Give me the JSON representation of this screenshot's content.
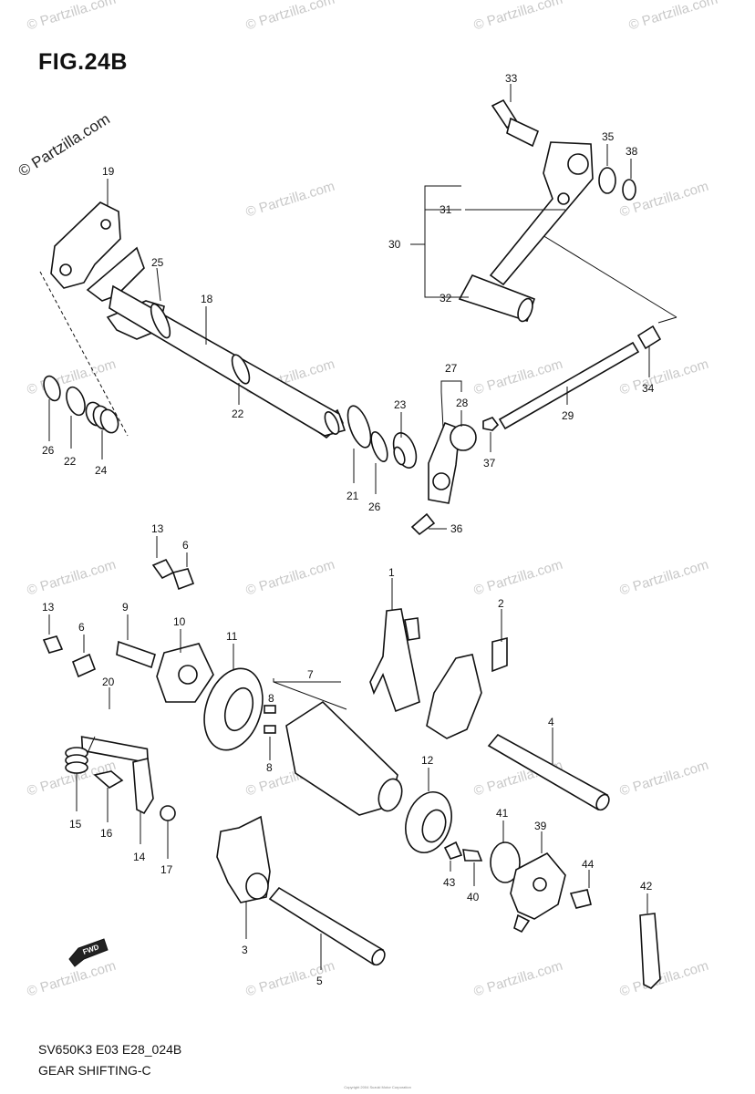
{
  "figure": {
    "title": "FIG.24B",
    "model_code": "SV650K3 E03 E28_024B",
    "section_name": "GEAR SHIFTING-C",
    "copyright_note": "Copyright 2004 Suzuki Motor Corporation"
  },
  "watermark": {
    "brand": "© Partzilla.com",
    "repeat": "© Partzilla.com"
  },
  "direction_marker": {
    "text": "FWD",
    "icon": "fwd-arrow-icon"
  },
  "callouts": {
    "p1": "1",
    "p2": "2",
    "p3": "3",
    "p4": "4",
    "p5": "5",
    "p6a": "6",
    "p6b": "6",
    "p7": "7",
    "p8a": "8",
    "p8b": "8",
    "p9": "9",
    "p10": "10",
    "p11": "11",
    "p12": "12",
    "p13a": "13",
    "p13b": "13",
    "p14": "14",
    "p15": "15",
    "p16": "16",
    "p17": "17",
    "p18": "18",
    "p19": "19",
    "p20": "20",
    "p21": "21",
    "p22a": "22",
    "p22b": "22",
    "p23": "23",
    "p24": "24",
    "p25": "25",
    "p26a": "26",
    "p26b": "26",
    "p27": "27",
    "p28": "28",
    "p29": "29",
    "p30": "30",
    "p31": "31",
    "p32": "32",
    "p33": "33",
    "p34": "34",
    "p35": "35",
    "p36": "36",
    "p37": "37",
    "p38": "38",
    "p39": "39",
    "p40": "40",
    "p41": "41",
    "p42": "42",
    "p43": "43",
    "p44": "44"
  }
}
